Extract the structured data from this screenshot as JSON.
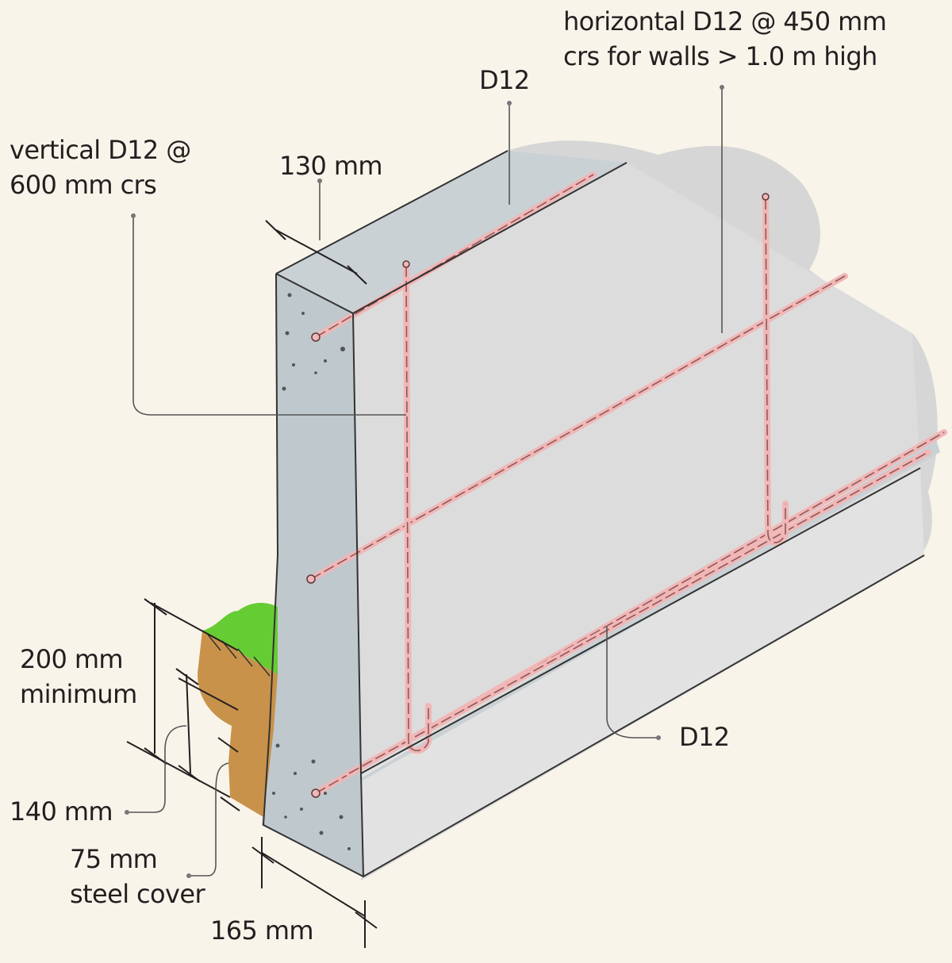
{
  "diagram": {
    "labels": {
      "horizontal_bars_line1": "horizontal D12 @ 450 mm",
      "horizontal_bars_line2": "crs for walls > 1.0 m high",
      "top_bar": "D12",
      "vertical_bars_line1": "vertical D12 @",
      "vertical_bars_line2": "600 mm crs",
      "wall_thickness": "130 mm",
      "min_depth_line1": "200 mm",
      "min_depth_line2": "minimum",
      "footing_depth": "140 mm",
      "cover_line1": "75 mm",
      "cover_line2": "steel cover",
      "footing_width": "165 mm",
      "bottom_bar": "D12"
    },
    "colors": {
      "background": "#f8f4ea",
      "wall_face": "#dcdcdc",
      "wall_end": "#bfc8cd",
      "wall_top": "#c9d1d5",
      "footing_face": "#e2e2e2",
      "backdrop": "#d6d6d6",
      "rebar": "#f2b6b6",
      "rebar_dash": "#8a5a5a",
      "soil": "#c9924a",
      "grass": "#66cc33"
    }
  }
}
